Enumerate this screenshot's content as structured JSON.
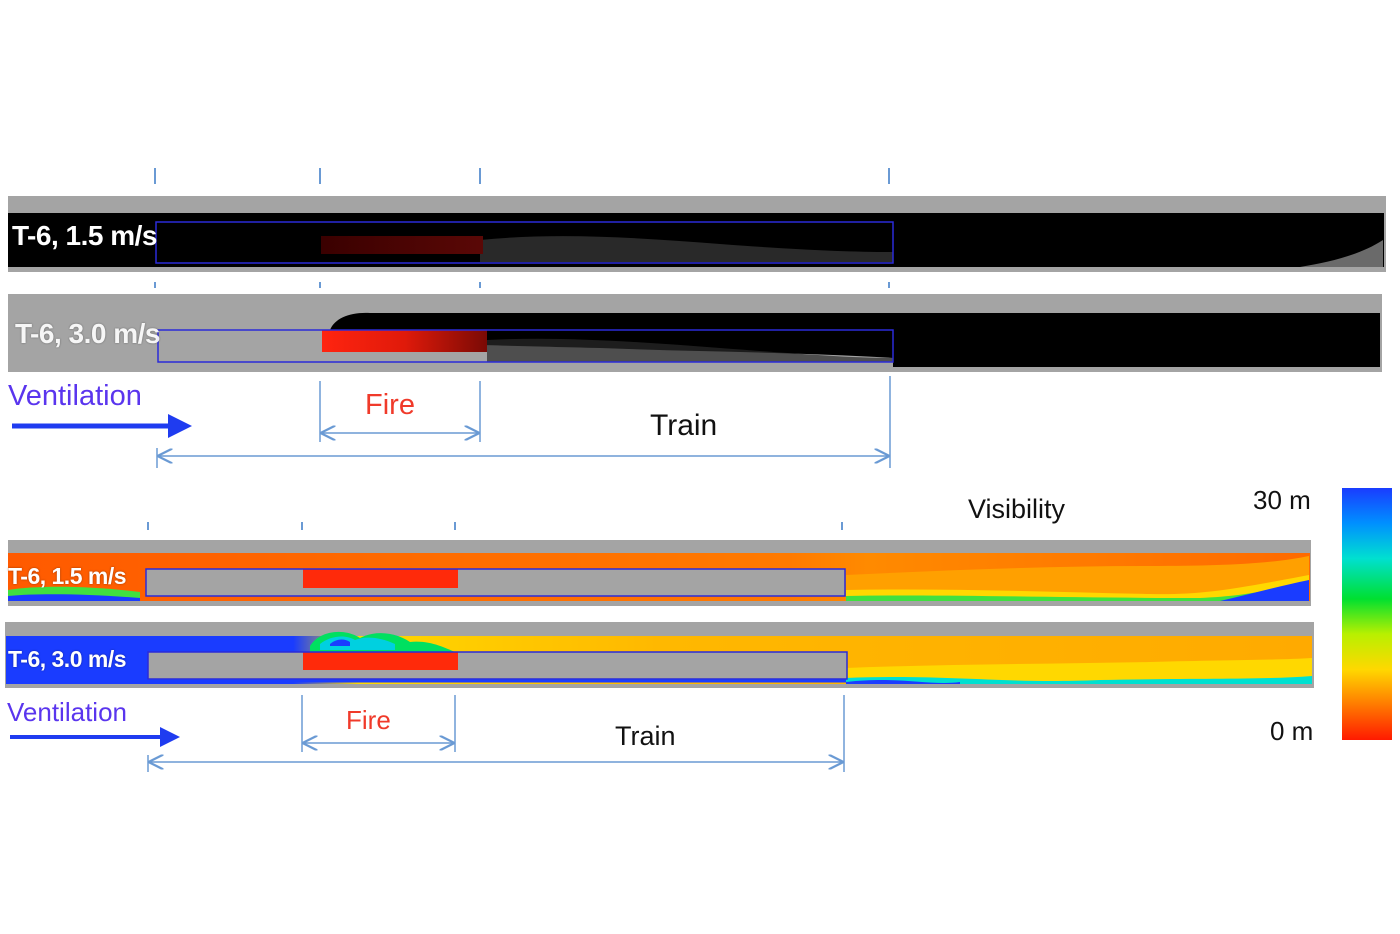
{
  "smoke_section": {
    "panels": [
      {
        "label": "T-6, 1.5 m/s"
      },
      {
        "label": "T-6, 3.0 m/s"
      }
    ],
    "ventilation_label": "Ventilation",
    "fire_label": "Fire",
    "train_label": "Train"
  },
  "visibility_section": {
    "title": "Visibility",
    "panels": [
      {
        "label": "T-6, 1.5 m/s"
      },
      {
        "label": "T-6, 3.0 m/s"
      }
    ],
    "ventilation_label": "Ventilation",
    "fire_label": "Fire",
    "train_label": "Train",
    "colorbar": {
      "max_label": "30 m",
      "min_label": "0 m",
      "colors": [
        "#ff1a00",
        "#ff7a00",
        "#ffd800",
        "#b8f000",
        "#00e030",
        "#00e0d0",
        "#0090ff",
        "#1a3cff"
      ]
    }
  },
  "colors": {
    "tunnel_gray": "#a4a4a4",
    "train_outline": "#2b2bd8",
    "dimension_line": "#6a9ad4",
    "arrow_blue": "#1f3cf0",
    "fire_red": "#ff2a0a"
  }
}
